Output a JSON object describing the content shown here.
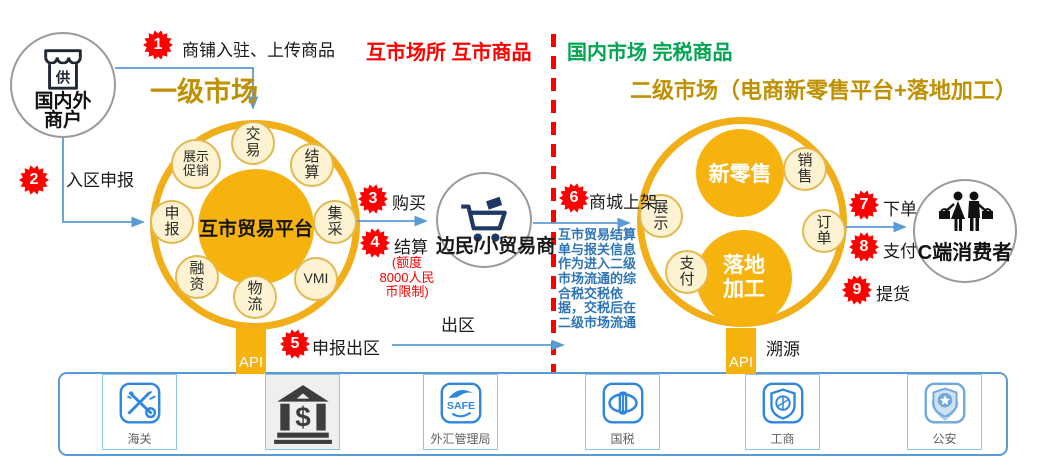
{
  "zones": {
    "left": "互市场所 互市商品",
    "right": "国内市场 完税商品"
  },
  "supplier": {
    "icon_char": "供",
    "label": "国内外商户"
  },
  "steps": [
    {
      "num": "1",
      "label": "商铺入驻、上传商品"
    },
    {
      "num": "2",
      "label": "入区申报"
    },
    {
      "num": "3",
      "label": "购买"
    },
    {
      "num": "4",
      "label": "结算"
    },
    {
      "num": "5",
      "label": "申报出区"
    },
    {
      "num": "6",
      "label": "商城上架"
    },
    {
      "num": "7",
      "label": "下单"
    },
    {
      "num": "8",
      "label": "支付"
    },
    {
      "num": "9",
      "label": "提货"
    }
  ],
  "market1": {
    "title": "一级市场",
    "center": "互市贸易平台",
    "api": "API",
    "nodes": [
      "交易",
      "结算",
      "集采",
      "VMI",
      "物流",
      "融资",
      "申报",
      "展示促销"
    ]
  },
  "market2": {
    "title": "二级市场（电商新零售平台+落地加工）",
    "inner_top": "新零售",
    "inner_bottom": "落地加工",
    "api": "API",
    "nodes": [
      "展示",
      "支付",
      "销售",
      "订单"
    ]
  },
  "trader": {
    "label": "边民/小贸易商",
    "note": "(额度\n8000人民\n币限制)"
  },
  "flow": {
    "exit": "出区",
    "trace": "溯源",
    "settlement_note": "互市贸易结算单与报关信息作为进入二级市场流通的综合税交税依据，交税后在二级市场流通"
  },
  "consumer": {
    "label": "C端消费者"
  },
  "agencies": [
    {
      "label": "海关"
    },
    {
      "label": "",
      "icon_text": "$"
    },
    {
      "label": "外汇管理局",
      "icon_text": "SAFE"
    },
    {
      "label": "国税"
    },
    {
      "label": "工商"
    },
    {
      "label": "公安"
    }
  ],
  "colors": {
    "gold_ring": "#F1AE17",
    "gold_core": "#F7B30D",
    "title_gold": "#BF9000",
    "zone_red": "#FE0000",
    "zone_green": "#00A551",
    "arrow_blue": "#5B9BD5",
    "note_blue": "#2E75B6",
    "badge_red": "#FE0000"
  }
}
